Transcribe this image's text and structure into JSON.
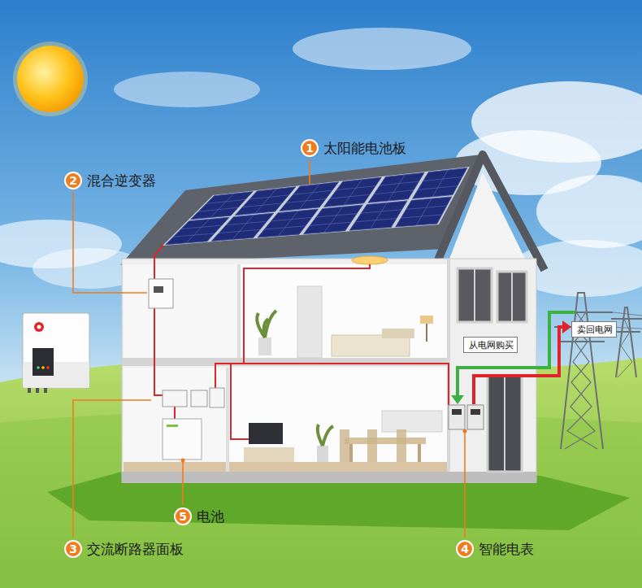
{
  "diagram": {
    "nodes": [
      {
        "text": [
          "1",
          "太阳能电池板"
        ]
      },
      {
        "text": [
          "2",
          "混合逆变器"
        ]
      },
      {
        "text": [
          "卖回电网"
        ]
      },
      {
        "text": [
          "从电网购买"
        ]
      },
      {
        "text": [
          "5",
          "电池"
        ]
      },
      {
        "text": [
          "3",
          "交流断路器面板"
        ]
      },
      {
        "text": [
          "4",
          "智能电表"
        ]
      }
    ]
  }
}
